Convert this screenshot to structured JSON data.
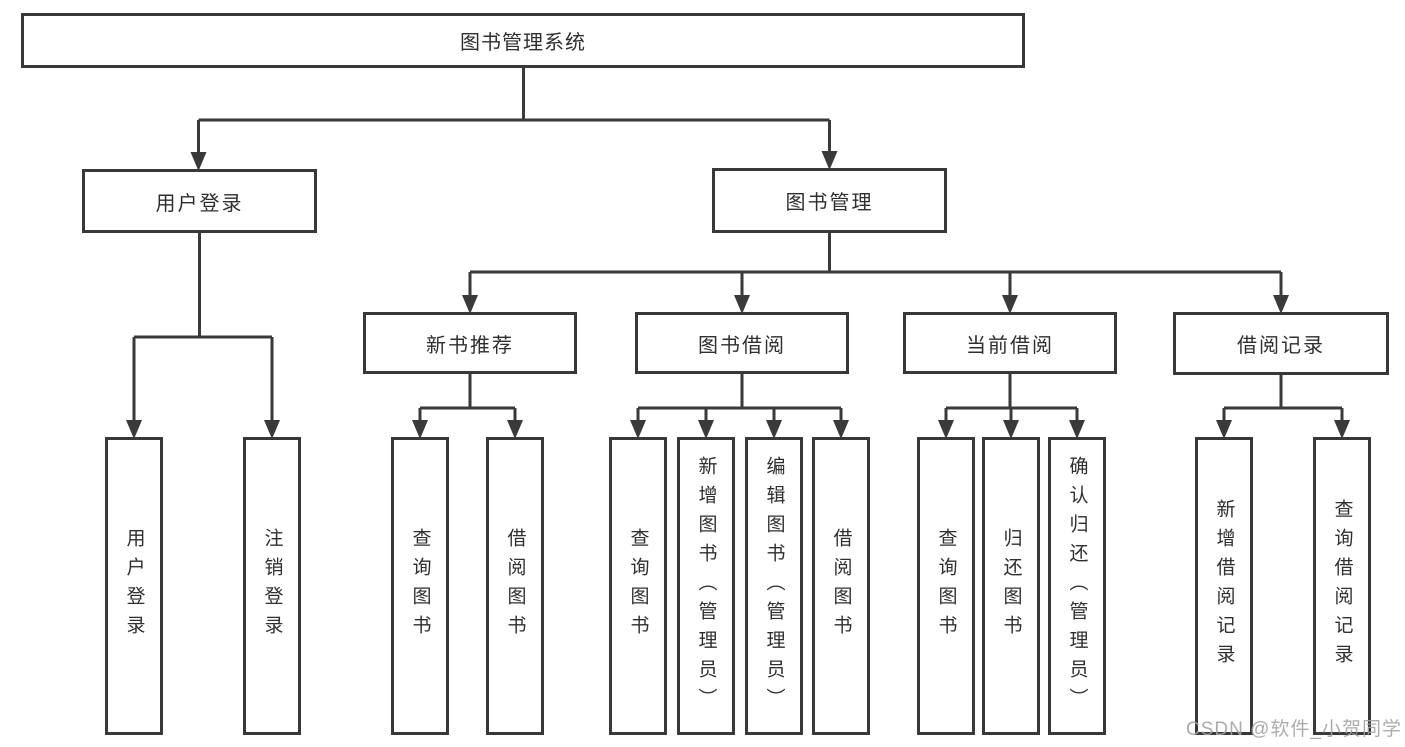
{
  "diagram": {
    "type": "functional-structure-tree",
    "title": "图书管理系统"
  },
  "nodes": {
    "root": {
      "label": "图书管理系统"
    },
    "level2": [
      {
        "id": "user-login",
        "label": "用户登录"
      },
      {
        "id": "book-management",
        "label": "图书管理"
      }
    ],
    "level3": [
      {
        "id": "new-book-recommend",
        "label": "新书推荐",
        "parent": "图书管理"
      },
      {
        "id": "book-borrow",
        "label": "图书借阅",
        "parent": "图书管理"
      },
      {
        "id": "current-borrow",
        "label": "当前借阅",
        "parent": "图书管理"
      },
      {
        "id": "borrow-records",
        "label": "借阅记录",
        "parent": "图书管理"
      }
    ],
    "leaves": [
      {
        "id": "login",
        "label": "用户登录",
        "parent": "用户登录"
      },
      {
        "id": "logout",
        "label": "注销登录",
        "parent": "用户登录"
      },
      {
        "id": "recommend-query",
        "label": "查询图书",
        "parent": "新书推荐"
      },
      {
        "id": "recommend-borrow",
        "label": "借阅图书",
        "parent": "新书推荐"
      },
      {
        "id": "borrow-query",
        "label": "查询图书",
        "parent": "图书借阅"
      },
      {
        "id": "borrow-add",
        "label": "新增图书（管理员）",
        "parent": "图书借阅"
      },
      {
        "id": "borrow-edit",
        "label": "编辑图书（管理员）",
        "parent": "图书借阅"
      },
      {
        "id": "borrow-borrow",
        "label": "借阅图书",
        "parent": "图书借阅"
      },
      {
        "id": "current-query",
        "label": "查询图书",
        "parent": "当前借阅"
      },
      {
        "id": "current-return",
        "label": "归还图书",
        "parent": "当前借阅"
      },
      {
        "id": "current-confirm",
        "label": "确认归还（管理员）",
        "parent": "当前借阅"
      },
      {
        "id": "records-add",
        "label": "新增借阅记录",
        "parent": "借阅记录"
      },
      {
        "id": "records-query",
        "label": "查询借阅记录",
        "parent": "借阅记录"
      }
    ]
  },
  "watermark": {
    "text": "CSDN @软件_小贺同学"
  },
  "colors": {
    "line": "#3a3a3a",
    "box_border": "#383838",
    "text": "#2f2f2f",
    "watermark": "#a3a3a3",
    "background": "#ffffff"
  }
}
